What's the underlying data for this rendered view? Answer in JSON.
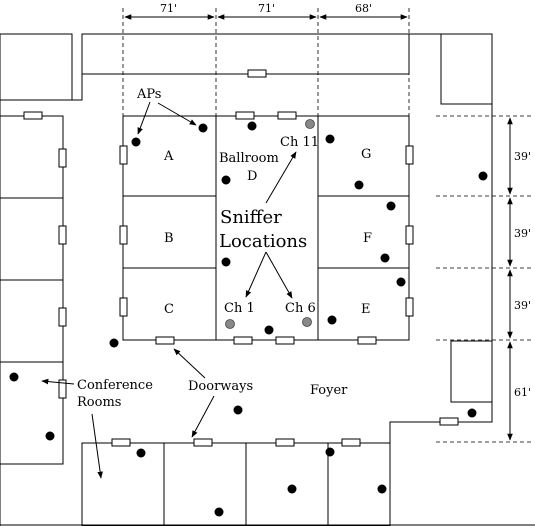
{
  "dimensions": {
    "top": [
      "71'",
      "71'",
      "68'"
    ],
    "right": [
      "39'",
      "39'",
      "39'",
      "61'"
    ]
  },
  "rooms": {
    "A": "A",
    "B": "B",
    "C": "C",
    "D": "D",
    "E": "E",
    "F": "F",
    "G": "G"
  },
  "labels": {
    "ballroom": "Ballroom",
    "aps": "APs",
    "sniffer_line1": "Sniffer",
    "sniffer_line2": "Locations",
    "ch11": "Ch 11",
    "ch1": "Ch 1",
    "ch6": "Ch 6",
    "conference_line1": "Conference",
    "conference_line2": "Rooms",
    "doorways": "Doorways",
    "foyer": "Foyer"
  },
  "colors": {
    "ap": "#000000",
    "sniffer": "#888888"
  }
}
